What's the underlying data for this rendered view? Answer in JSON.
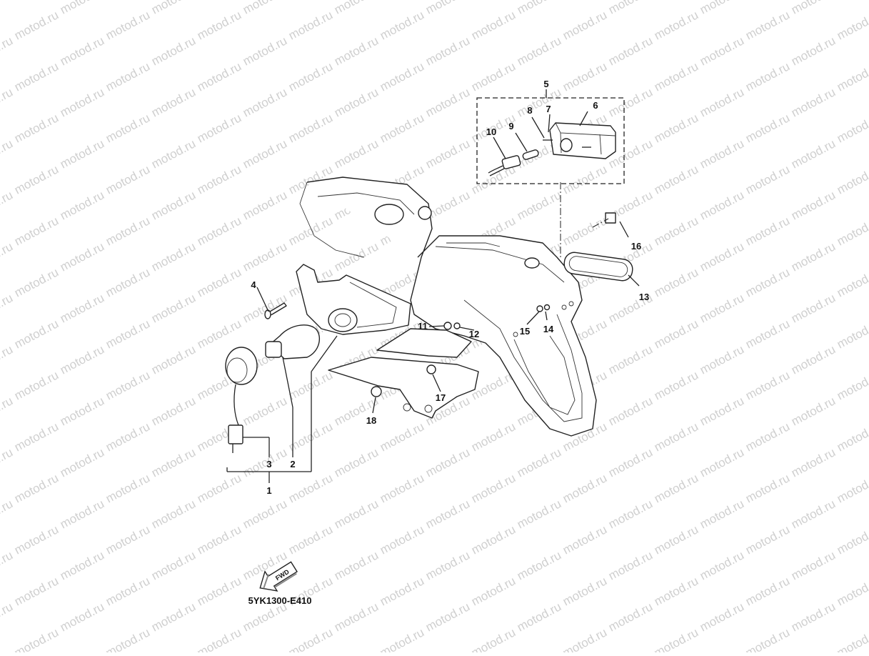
{
  "watermark": {
    "text": "motod.ru"
  },
  "diagram_code": "5YK1300-E410",
  "fwd_arrow_label": "FWD",
  "callouts": [
    {
      "id": "1",
      "label": "1"
    },
    {
      "id": "2",
      "label": "2"
    },
    {
      "id": "3",
      "label": "3"
    },
    {
      "id": "4",
      "label": "4"
    },
    {
      "id": "5",
      "label": "5"
    },
    {
      "id": "6",
      "label": "6"
    },
    {
      "id": "7",
      "label": "7"
    },
    {
      "id": "8",
      "label": "8"
    },
    {
      "id": "9",
      "label": "9"
    },
    {
      "id": "10",
      "label": "10"
    },
    {
      "id": "11",
      "label": "11"
    },
    {
      "id": "12",
      "label": "12"
    },
    {
      "id": "13",
      "label": "13"
    },
    {
      "id": "14",
      "label": "14"
    },
    {
      "id": "15",
      "label": "15"
    },
    {
      "id": "16",
      "label": "16"
    },
    {
      "id": "17",
      "label": "17"
    },
    {
      "id": "18",
      "label": "18"
    }
  ]
}
